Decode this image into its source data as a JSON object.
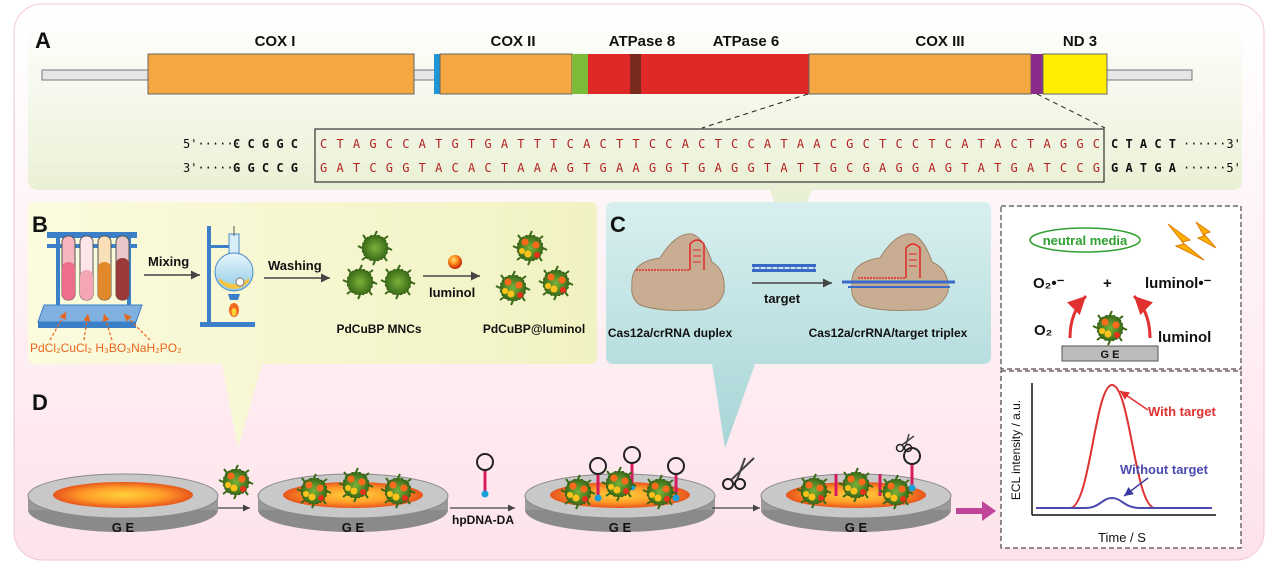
{
  "panel_a": {
    "label": "A",
    "genes": [
      "COX I",
      "COX II",
      "ATPase 8",
      "ATPase 6",
      "COX III",
      "ND 3"
    ],
    "seq_top": {
      "prefix": "5'······",
      "left": "C C G G C",
      "target": "C T A G C C A T G T G A T T T C A C T T C C A C T C C A T A A C G C T C C T C A T A C T A G G C",
      "right": "C T A C T",
      "suffix": "······3'"
    },
    "seq_bottom": {
      "prefix": "3'······",
      "left": "G G C C G",
      "target": "G A T C G G T A C A C T A A A G T G A A G G T G A G G T A T T G C G A G G A G T A T G A T C C G",
      "right": "G A T G A",
      "suffix": "······5'"
    }
  },
  "panel_b": {
    "label": "B",
    "mixing": "Mixing",
    "washing": "Washing",
    "luminol": "luminol",
    "reagents": "PdCl₂CuCl₂ H₃BO₃NaH₂PO₂",
    "mncs": "PdCuBP MNCs",
    "product": "PdCuBP@luminol"
  },
  "panel_c": {
    "label": "C",
    "target": "target",
    "duplex": "Cas12a/crRNA duplex",
    "triplex": "Cas12a/crRNA/target triplex"
  },
  "inset_top": {
    "medium": "neutral media",
    "o2_radical": "O₂•⁻",
    "plus": "+",
    "luminol_radical": "luminol•⁻",
    "o2": "O₂",
    "luminol": "luminol",
    "electrode": "G E"
  },
  "inset_bottom": {
    "ylabel": "ECL intensity / a.u.",
    "xlabel": "Time / S",
    "with_target": "With target",
    "without_target": "Without target"
  },
  "panel_d": {
    "label": "D",
    "electrode": "G E",
    "hpdna": "hpDNA-DA"
  },
  "colors": {
    "cox": "#f5a742",
    "atp": "#e02828",
    "nd3": "#ffee00",
    "seq_red": "#b22222",
    "ecl_red": "#e03030",
    "ecl_blue": "#5050b0"
  }
}
